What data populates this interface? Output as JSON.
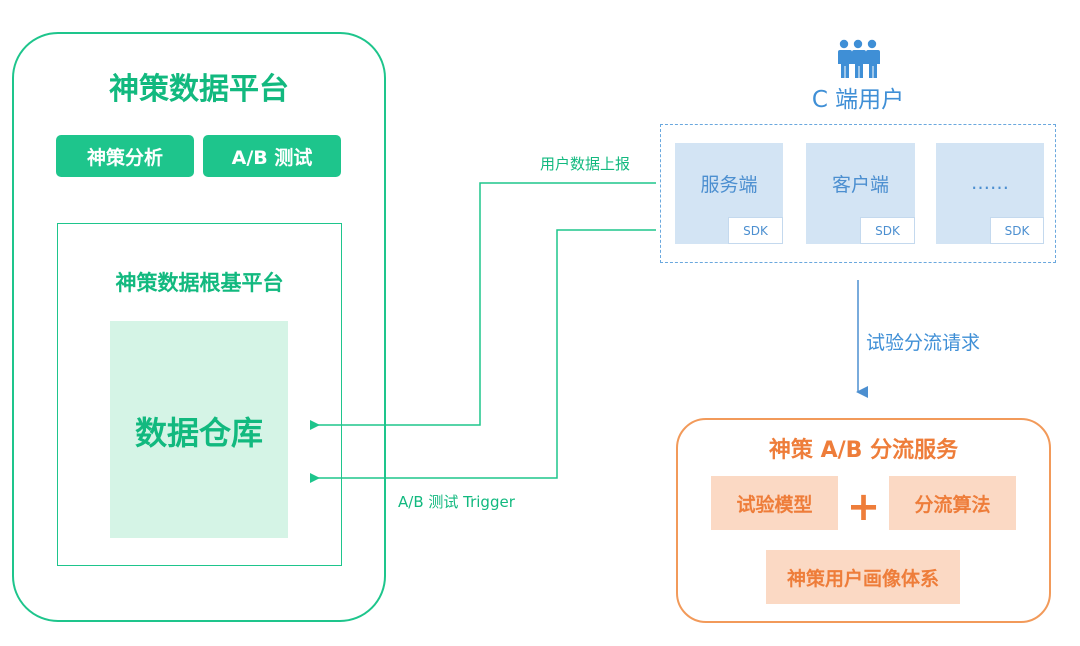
{
  "platform": {
    "title": "神策数据平台",
    "buttons": [
      "神策分析",
      "A/B 测试"
    ],
    "foundation_title": "神策数据根基平台",
    "warehouse": "数据仓库"
  },
  "users": {
    "title": "C 端用户",
    "icon": "users-group-icon",
    "clients": [
      {
        "label": "服务端",
        "sdk": "SDK"
      },
      {
        "label": "客户端",
        "sdk": "SDK"
      },
      {
        "label": "……",
        "sdk": "SDK"
      }
    ]
  },
  "flows": {
    "report": "用户数据上报",
    "trigger": "A/B 测试 Trigger",
    "split_request": "试验分流请求"
  },
  "split_service": {
    "title": "神策 A/B 分流服务",
    "model": "试验模型",
    "plus": "+",
    "algorithm": "分流算法",
    "portrait": "神策用户画像体系"
  },
  "colors": {
    "green": "#1ec58c",
    "blue": "#4c8fd0",
    "orange": "#ee7d3a"
  }
}
